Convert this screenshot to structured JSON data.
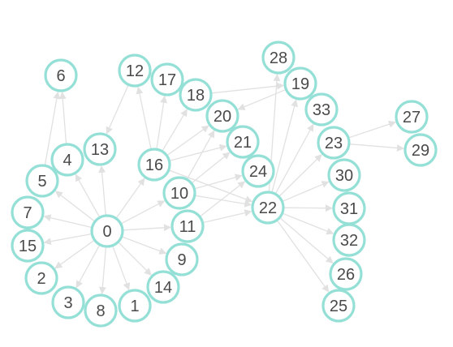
{
  "colors": {
    "background": "#ffffff",
    "node_stroke": "#95e0d6",
    "node_fill": "#ffffff",
    "edge": "#e1e1e1",
    "label": "#4a4a4a"
  },
  "nodes": [
    {
      "id": "0",
      "label": "0"
    },
    {
      "id": "1",
      "label": "1"
    },
    {
      "id": "2",
      "label": "2"
    },
    {
      "id": "3",
      "label": "3"
    },
    {
      "id": "4",
      "label": "4"
    },
    {
      "id": "5",
      "label": "5"
    },
    {
      "id": "6",
      "label": "6"
    },
    {
      "id": "7",
      "label": "7"
    },
    {
      "id": "8",
      "label": "8"
    },
    {
      "id": "9",
      "label": "9"
    },
    {
      "id": "10",
      "label": "10"
    },
    {
      "id": "11",
      "label": "11"
    },
    {
      "id": "12",
      "label": "12"
    },
    {
      "id": "13",
      "label": "13"
    },
    {
      "id": "14",
      "label": "14"
    },
    {
      "id": "15",
      "label": "15"
    },
    {
      "id": "16",
      "label": "16"
    },
    {
      "id": "17",
      "label": "17"
    },
    {
      "id": "18",
      "label": "18"
    },
    {
      "id": "19",
      "label": "19"
    },
    {
      "id": "20",
      "label": "20"
    },
    {
      "id": "21",
      "label": "21"
    },
    {
      "id": "22",
      "label": "22"
    },
    {
      "id": "23",
      "label": "23"
    },
    {
      "id": "24",
      "label": "24"
    },
    {
      "id": "25",
      "label": "25"
    },
    {
      "id": "26",
      "label": "26"
    },
    {
      "id": "27",
      "label": "27"
    },
    {
      "id": "28",
      "label": "28"
    },
    {
      "id": "29",
      "label": "29"
    },
    {
      "id": "30",
      "label": "30"
    },
    {
      "id": "31",
      "label": "31"
    },
    {
      "id": "32",
      "label": "32"
    },
    {
      "id": "33",
      "label": "33"
    }
  ],
  "edges": [
    [
      "0",
      "1"
    ],
    [
      "0",
      "2"
    ],
    [
      "0",
      "3"
    ],
    [
      "0",
      "4"
    ],
    [
      "0",
      "5"
    ],
    [
      "0",
      "7"
    ],
    [
      "0",
      "8"
    ],
    [
      "0",
      "9"
    ],
    [
      "0",
      "10"
    ],
    [
      "0",
      "11"
    ],
    [
      "0",
      "13"
    ],
    [
      "0",
      "14"
    ],
    [
      "0",
      "15"
    ],
    [
      "0",
      "16"
    ],
    [
      "4",
      "6"
    ],
    [
      "5",
      "6"
    ],
    [
      "12",
      "13"
    ],
    [
      "16",
      "17"
    ],
    [
      "16",
      "12"
    ],
    [
      "16",
      "18"
    ],
    [
      "16",
      "20"
    ],
    [
      "16",
      "21"
    ],
    [
      "16",
      "22"
    ],
    [
      "10",
      "20"
    ],
    [
      "10",
      "21"
    ],
    [
      "10",
      "22"
    ],
    [
      "10",
      "24"
    ],
    [
      "11",
      "22"
    ],
    [
      "11",
      "24"
    ],
    [
      "18",
      "19"
    ],
    [
      "19",
      "20"
    ],
    [
      "22",
      "28"
    ],
    [
      "22",
      "19"
    ],
    [
      "22",
      "33"
    ],
    [
      "22",
      "23"
    ],
    [
      "22",
      "30"
    ],
    [
      "22",
      "31"
    ],
    [
      "22",
      "32"
    ],
    [
      "22",
      "26"
    ],
    [
      "22",
      "25"
    ],
    [
      "23",
      "27"
    ],
    [
      "23",
      "29"
    ]
  ]
}
